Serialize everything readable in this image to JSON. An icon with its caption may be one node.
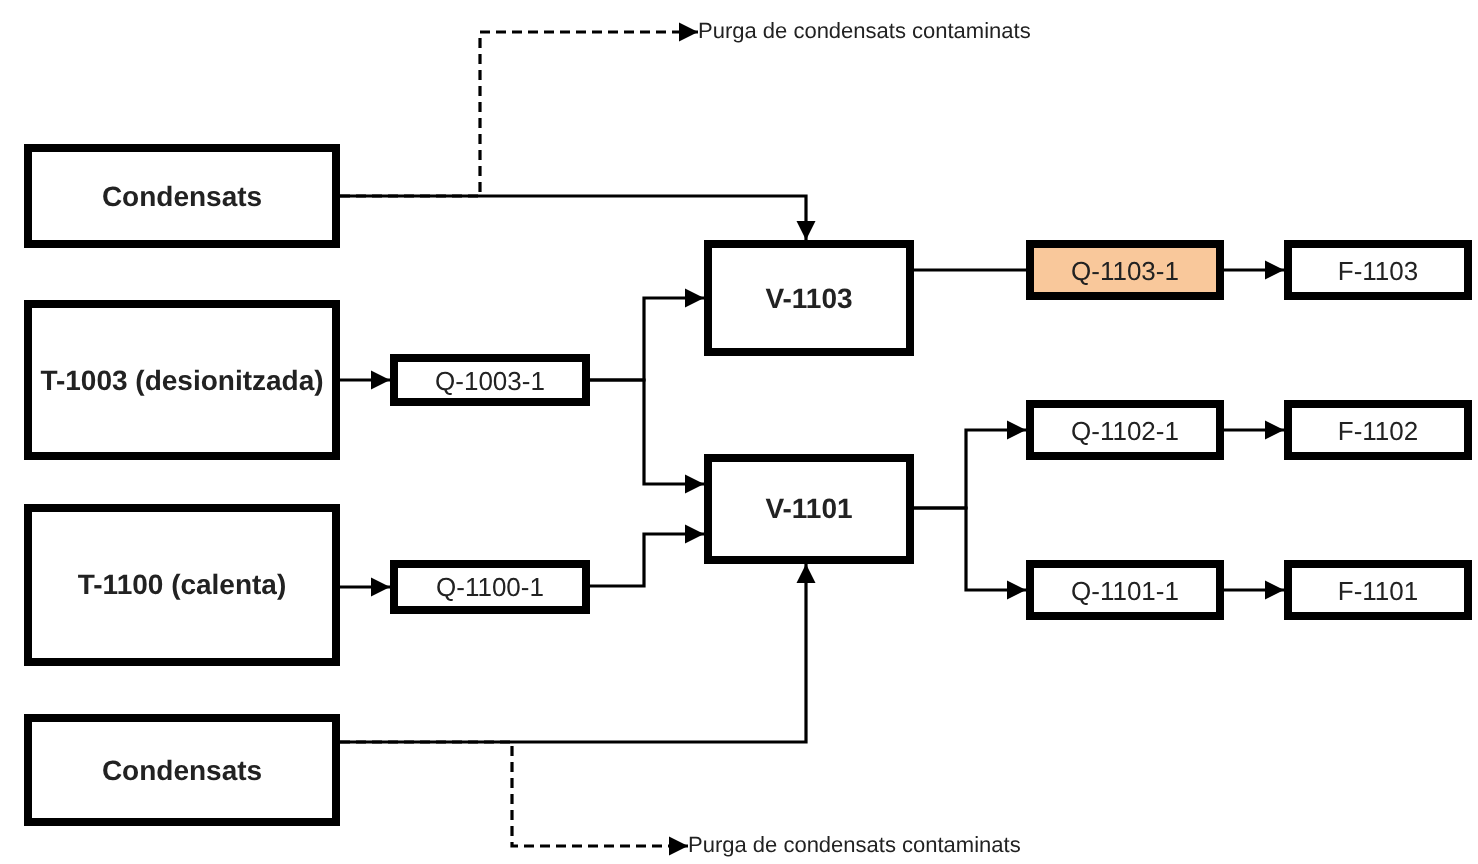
{
  "diagram": {
    "nodes": [
      {
        "text": [
          "Condensats"
        ]
      },
      {
        "text": [
          "T-1003 (desionitzada)"
        ]
      },
      {
        "text": [
          "Q-1003-1"
        ]
      },
      {
        "text": [
          "V-1103"
        ]
      },
      {
        "text": [
          "Q-1103-1"
        ]
      },
      {
        "text": [
          "F-1103"
        ]
      },
      {
        "text": [
          "T-1100 (calenta)"
        ]
      },
      {
        "text": [
          "Q-1100-1"
        ]
      },
      {
        "text": [
          "V-1101"
        ]
      },
      {
        "text": [
          "Q-1102-1"
        ]
      },
      {
        "text": [
          "F-1102"
        ]
      },
      {
        "text": [
          "Q-1101-1"
        ]
      },
      {
        "text": [
          "F-1101"
        ]
      },
      {
        "text": [
          "Condensats"
        ]
      },
      {
        "text": [
          "Purga de condensats contaminats"
        ]
      },
      {
        "text": [
          "Purga de condensats contaminats"
        ]
      }
    ],
    "edges": [
      {
        "from": 0,
        "to": 3,
        "arrow": "to"
      },
      {
        "from": 0,
        "to": 14,
        "arrow": "to",
        "style": "dashed"
      },
      {
        "from": 1,
        "to": 2,
        "arrow": "to"
      },
      {
        "from": 2,
        "to": 3,
        "arrow": "to"
      },
      {
        "from": 2,
        "to": 8,
        "arrow": "to"
      },
      {
        "from": 3,
        "to": 4,
        "arrow": "none"
      },
      {
        "from": 4,
        "to": 5,
        "arrow": "to"
      },
      {
        "from": 6,
        "to": 7,
        "arrow": "to"
      },
      {
        "from": 7,
        "to": 8,
        "arrow": "to"
      },
      {
        "from": 8,
        "to": 9,
        "arrow": "to"
      },
      {
        "from": 8,
        "to": 11,
        "arrow": "to"
      },
      {
        "from": 9,
        "to": 10,
        "arrow": "to"
      },
      {
        "from": 11,
        "to": 12,
        "arrow": "to"
      },
      {
        "from": 13,
        "to": 8,
        "arrow": "to"
      },
      {
        "from": 13,
        "to": 15,
        "arrow": "to",
        "style": "dashed"
      }
    ]
  }
}
